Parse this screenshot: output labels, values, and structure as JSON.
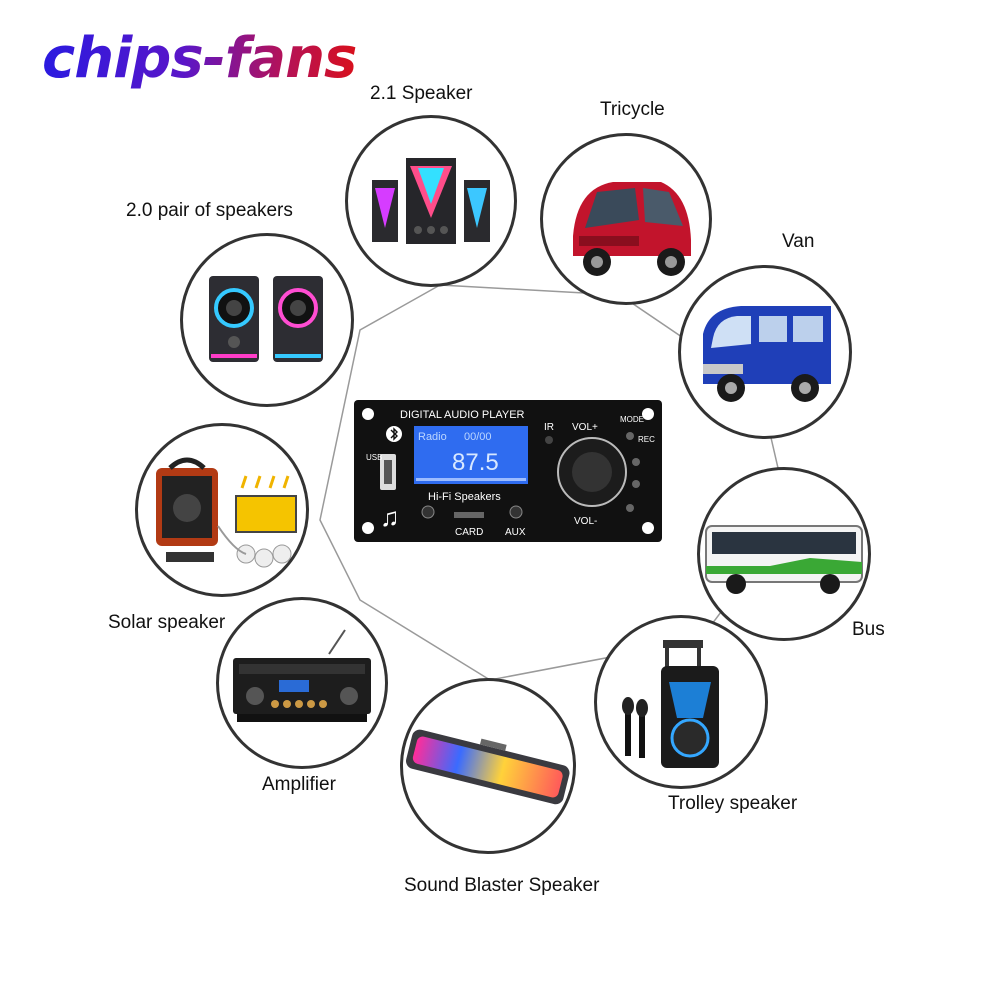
{
  "brand": {
    "logo_text": "chips-fans"
  },
  "labels": {
    "speaker_21": "2.1 Speaker",
    "tricycle": "Tricycle",
    "pair_20": "2.0 pair of speakers",
    "van": "Van",
    "solar": "Solar speaker",
    "bus": "Bus",
    "amplifier": "Amplifier",
    "trolley": "Trolley speaker",
    "soundbar": "Sound Blaster Speaker"
  },
  "player": {
    "title": "DIGITAL AUDIO PLAYER",
    "lcd_mode": "Radio",
    "lcd_track": "00/00",
    "lcd_freq": "87.5",
    "subtitle": "Hi-Fi Speakers",
    "ir": "IR",
    "vol_up": "VOL+",
    "vol_down": "VOL-",
    "mode": "MODE",
    "rec": "REC",
    "usb": "USB",
    "card": "CARD",
    "aux": "AUX"
  },
  "colors": {
    "lcd": "#2f6cf0",
    "panel": "#111111",
    "line": "#9a9a9a"
  }
}
